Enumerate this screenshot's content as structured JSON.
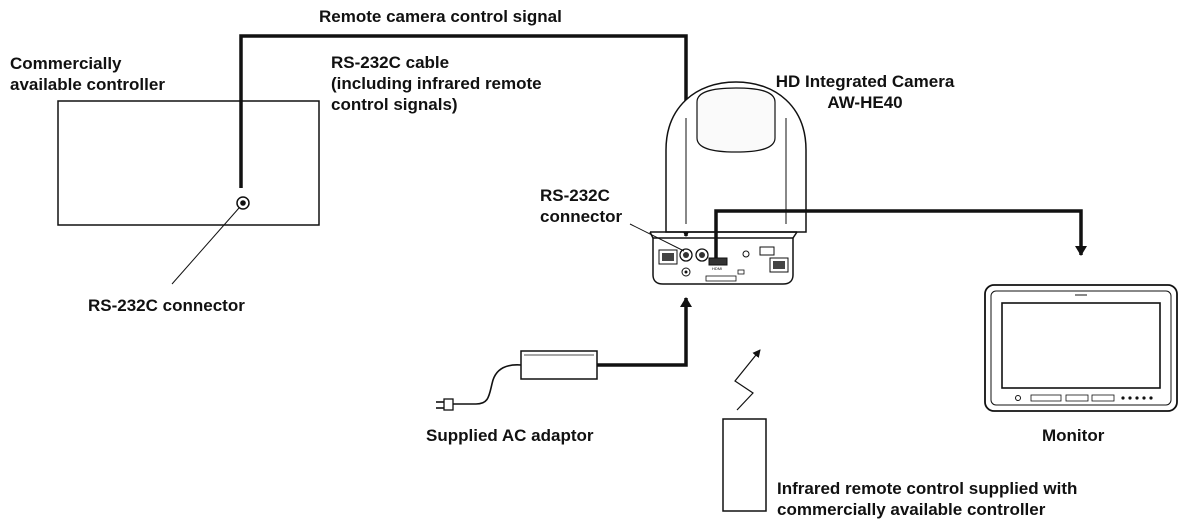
{
  "labels": {
    "signal_path": "Remote camera control signal",
    "controller": [
      "Commercially",
      "available controller"
    ],
    "cable": [
      "RS-232C cable",
      "(including infrared remote",
      "control signals)"
    ],
    "camera": [
      "HD Integrated Camera",
      "AW-HE40"
    ],
    "camera_connector": [
      "RS-232C",
      "connector"
    ],
    "controller_connector": "RS-232C connector",
    "ac_adaptor": "Supplied AC adaptor",
    "monitor": "Monitor",
    "remote": [
      "Infrared remote control supplied with",
      "commercially available controller"
    ],
    "camera_port_label": "HDMI"
  },
  "colors": {
    "stroke": "#111111",
    "fill": "#ffffff",
    "light": "#f2f2f2"
  }
}
